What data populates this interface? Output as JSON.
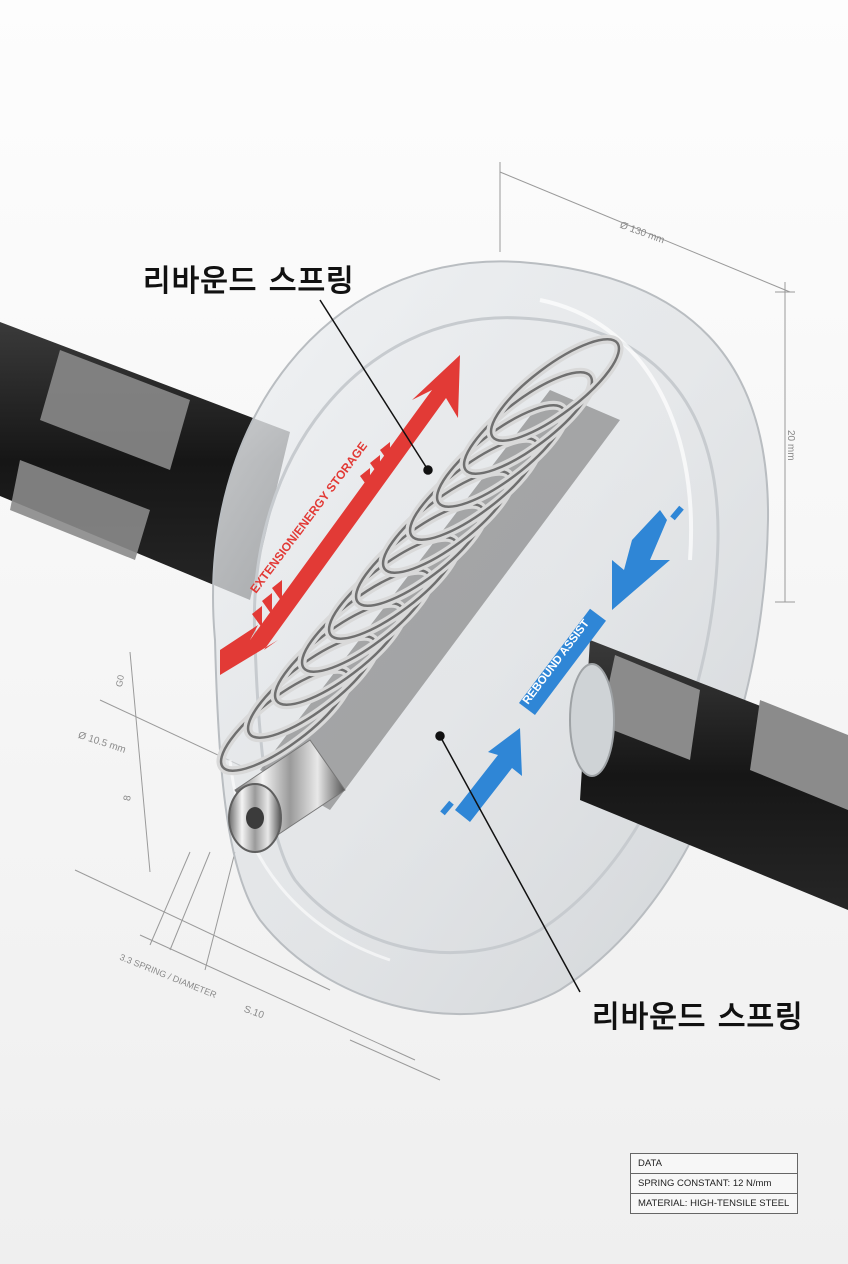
{
  "callouts": {
    "top": "리바운드 스프링",
    "bottom": "리바운드 스프링"
  },
  "labels": {
    "extension": "EXTENSION/ENERGY STORAGE",
    "rebound": "REBOUND ASSIST"
  },
  "dimensions": {
    "diameter": "Ø 130 mm",
    "width": "20 mm",
    "g0": "G0",
    "rod": "Ø 10.5 mm",
    "eight": "8",
    "spring": "3.3 SPRING / DIAMETER",
    "s10": "S.10"
  },
  "data_table": {
    "title": "DATA",
    "rows": [
      "SPRING CONSTANT: 12 N/mm",
      "MATERIAL: HIGH-TENSILE STEEL"
    ]
  },
  "colors": {
    "extension_red": "#e23a36",
    "rebound_blue": "#2f86d6"
  },
  "icons": {
    "extension": "double-arrow-icon",
    "rebound": "inward-arrow-icon"
  }
}
